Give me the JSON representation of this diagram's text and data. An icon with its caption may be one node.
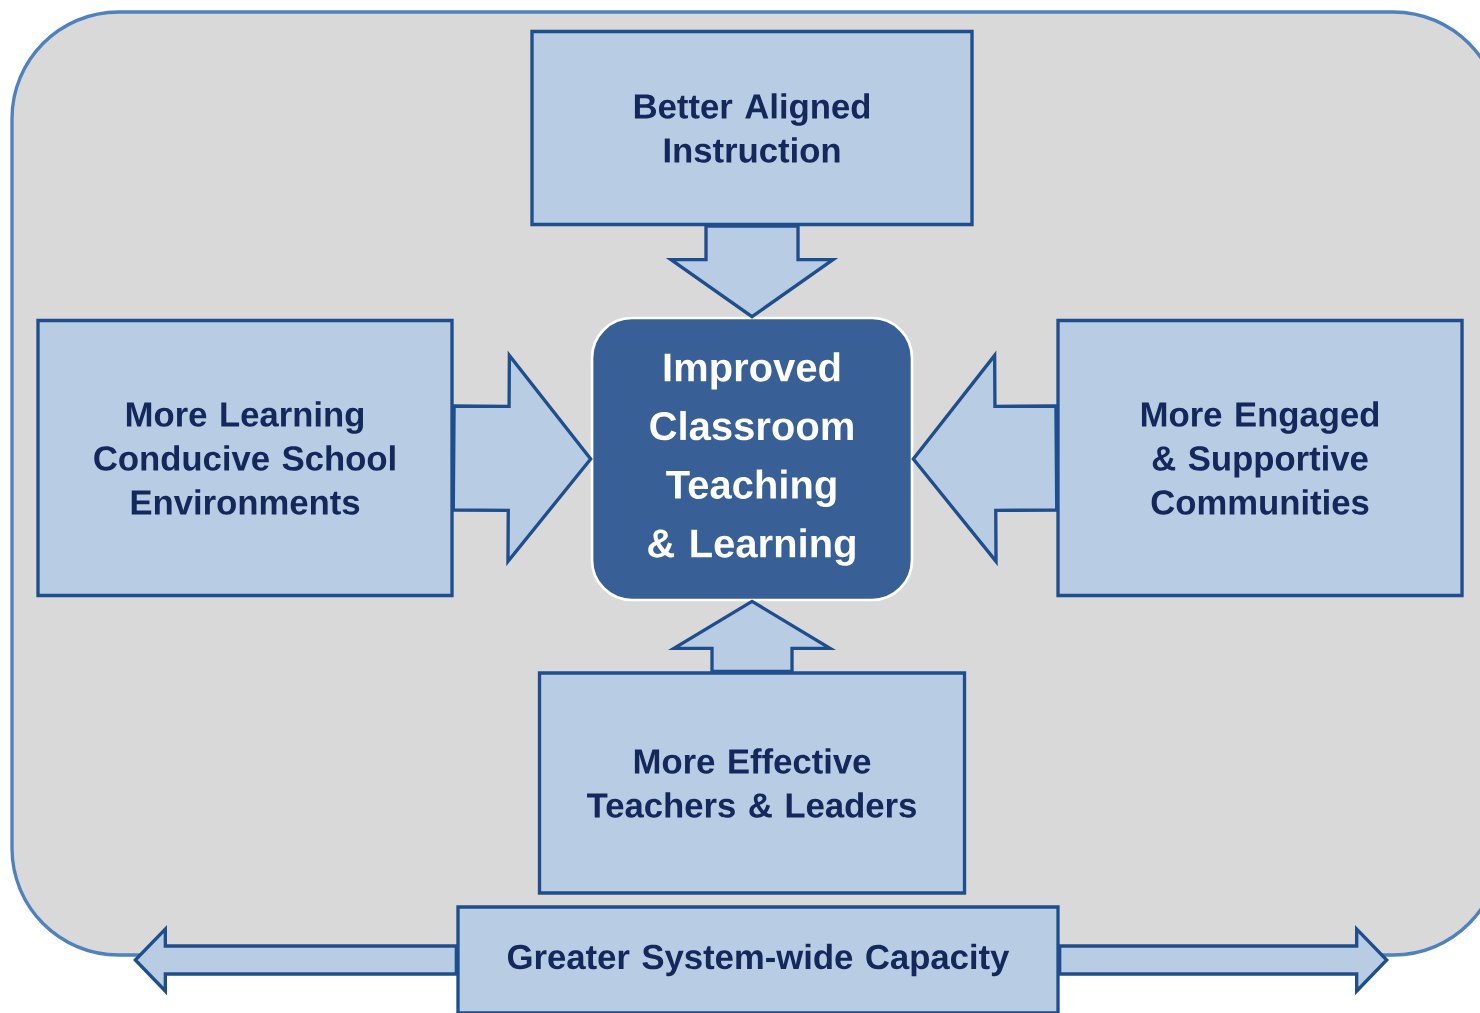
{
  "diagram": {
    "nodes": [
      {
        "text": [
          "Better Aligned Instruction"
        ]
      },
      {
        "text": [
          "More Learning Conducive School Environments"
        ]
      },
      {
        "text": [
          "Improved Classroom Teaching & Learning"
        ]
      },
      {
        "text": [
          "More Engaged & Supportive Communities"
        ]
      },
      {
        "text": [
          "More Effective Teachers & Leaders"
        ]
      },
      {
        "text": [
          "Greater System-wide Capacity"
        ]
      }
    ],
    "edges": [
      {
        "from": 0,
        "to": 2,
        "arrow": "to"
      },
      {
        "from": 1,
        "to": 2,
        "arrow": "to"
      },
      {
        "from": 3,
        "to": 2,
        "arrow": "to"
      },
      {
        "from": 4,
        "to": 2,
        "arrow": "to"
      },
      {
        "from": 5,
        "to": null,
        "arrow": "to"
      },
      {
        "from": 5,
        "to": null,
        "arrow": "to"
      }
    ]
  }
}
